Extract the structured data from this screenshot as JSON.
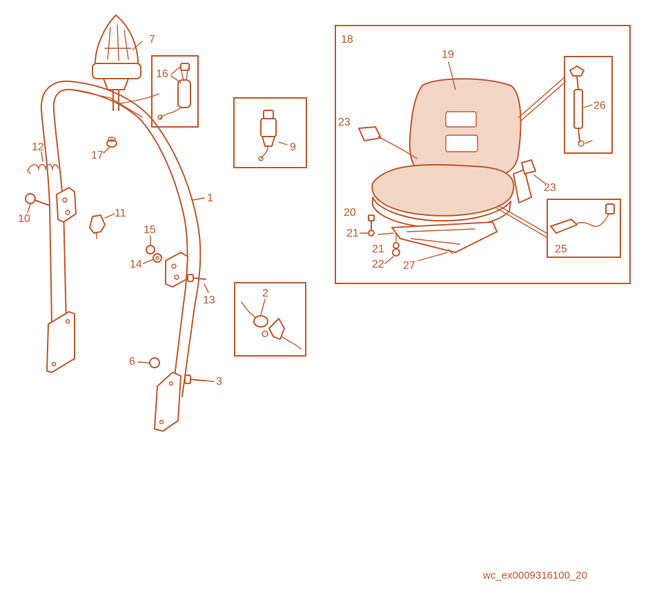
{
  "colors": {
    "line": "#c1592f",
    "background": "#ffffff"
  },
  "labels": {
    "p1": "1",
    "p2": "2",
    "p3": "3",
    "p6": "6",
    "p7": "7",
    "p9": "9",
    "p10": "10",
    "p11": "11",
    "p12": "12",
    "p13": "13",
    "p14": "14",
    "p15": "15",
    "p16": "16",
    "p17": "17",
    "p18": "18",
    "p19": "19",
    "p20": "20",
    "p21a": "21",
    "p21b": "21",
    "p22": "22",
    "p23a": "23",
    "p23b": "23",
    "p25": "25",
    "p26": "26",
    "p27": "27"
  },
  "drawing_code": "wc_ex0009316100_20"
}
